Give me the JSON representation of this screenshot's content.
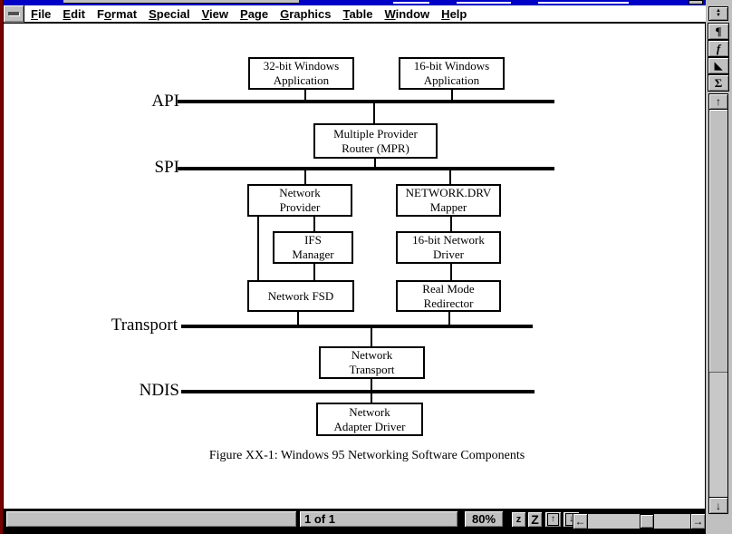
{
  "colors": {
    "titlebar_blue": "#0000C6",
    "chrome_grey": "#C0C0C0",
    "left_stripe_red": "#7A0000"
  },
  "menu": {
    "items": [
      {
        "label": "File",
        "u": 0
      },
      {
        "label": "Edit",
        "u": 0
      },
      {
        "label": "Format",
        "u": 1
      },
      {
        "label": "Special",
        "u": 0
      },
      {
        "label": "View",
        "u": 0
      },
      {
        "label": "Page",
        "u": 0
      },
      {
        "label": "Graphics",
        "u": 0
      },
      {
        "label": "Table",
        "u": 0
      },
      {
        "label": "Window",
        "u": 0
      },
      {
        "label": "Help",
        "u": 0
      }
    ]
  },
  "side_toolbar": {
    "buttons": [
      {
        "name": "paragraph",
        "glyph": "¶"
      },
      {
        "name": "character",
        "glyph": "f"
      },
      {
        "name": "tools",
        "glyph": "◣"
      },
      {
        "name": "equations",
        "glyph": "Σ"
      }
    ]
  },
  "scrollbars": {
    "vertical": {
      "up": "↑",
      "down": "↓"
    },
    "horizontal": {
      "left": "←",
      "right": "→"
    },
    "window_toggle": {
      "up": "▲",
      "down": "▼"
    }
  },
  "statusbar": {
    "page_indicator": "1 of 1",
    "zoom": "80%",
    "zoom_out": "z",
    "zoom_in": "Z",
    "prev_page": "↑",
    "next_page": "↓"
  },
  "diagram": {
    "layers": [
      "API",
      "SPI",
      "Transport",
      "NDIS"
    ],
    "boxes": [
      {
        "label": "32-bit Windows\nApplication"
      },
      {
        "label": "16-bit Windows\nApplication"
      },
      {
        "label": "Multiple Provider\nRouter (MPR)"
      },
      {
        "label": "Network\nProvider"
      },
      {
        "label": "NETWORK.DRV\nMapper"
      },
      {
        "label": "IFS\nManager"
      },
      {
        "label": "16-bit Network\nDriver"
      },
      {
        "label": "Network FSD"
      },
      {
        "label": "Real Mode\nRedirector"
      },
      {
        "label": "Network\nTransport"
      },
      {
        "label": "Network\nAdapter Driver"
      }
    ],
    "caption": "Figure XX-1: Windows 95 Networking Software Components"
  }
}
